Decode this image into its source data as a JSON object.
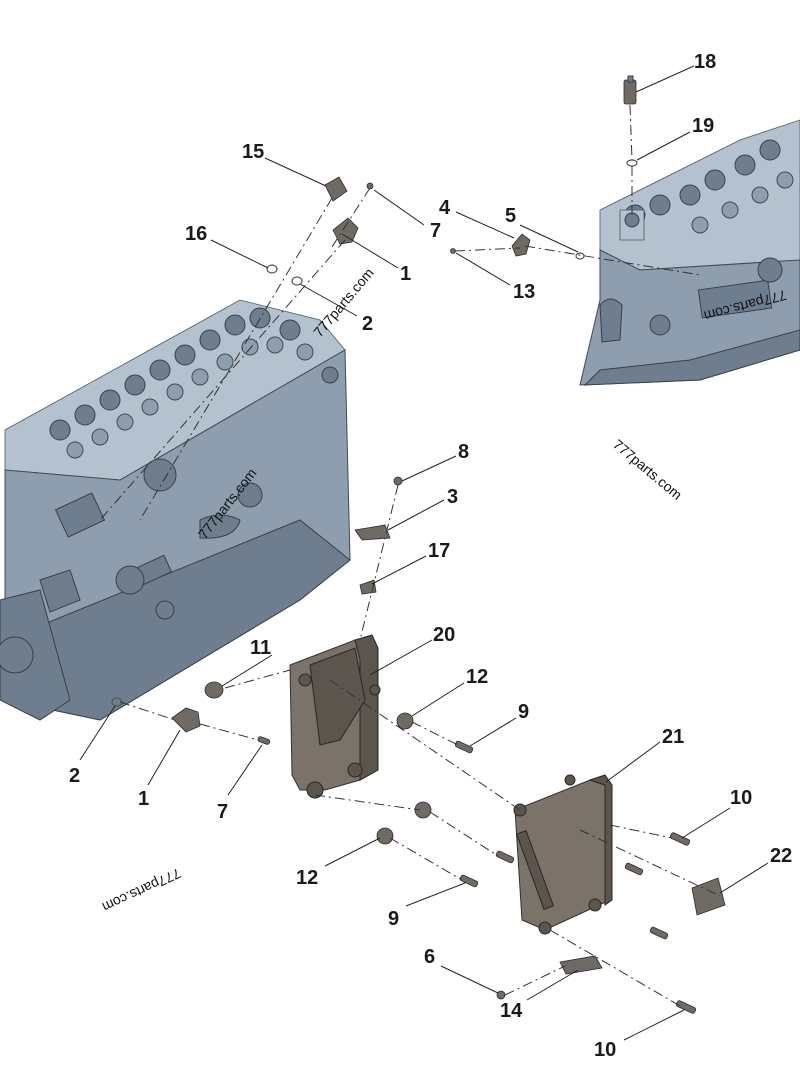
{
  "callouts": {
    "c18": "18",
    "c19": "19",
    "c15": "15",
    "c7a": "7",
    "c4": "4",
    "c5": "5",
    "c16": "16",
    "c1a": "1",
    "c2a": "2",
    "c13": "13",
    "c8": "8",
    "c3": "3",
    "c17": "17",
    "c20": "20",
    "c11": "11",
    "c12a": "12",
    "c9a": "9",
    "c21": "21",
    "c2b": "2",
    "c1b": "1",
    "c7b": "7",
    "c10a": "10",
    "c22": "22",
    "c12b": "12",
    "c9b": "9",
    "c6": "6",
    "c14": "14",
    "c10b": "10"
  },
  "watermarks": {
    "w1": "777parts.com",
    "w2": "777parts.com",
    "w3": "777parts.com",
    "w4": "777parts.com",
    "w5": "777parts.com"
  },
  "colors": {
    "engine_metal": "#8f9eae",
    "ecm_body": "#7b736a",
    "background": "#ffffff"
  }
}
